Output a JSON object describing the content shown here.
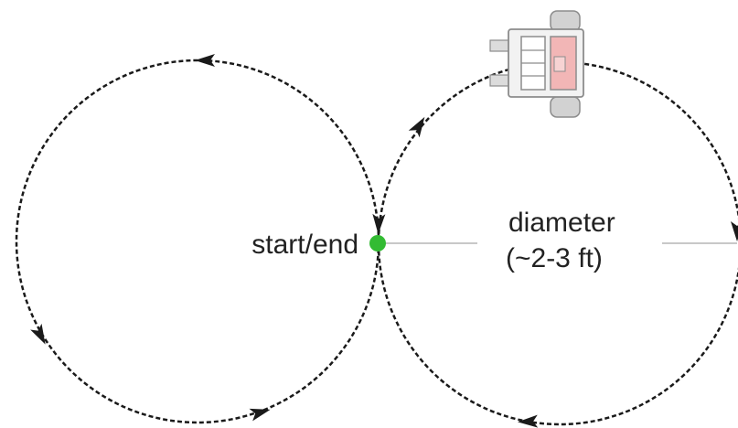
{
  "diagram": {
    "start_label": "start/end",
    "diameter_label_line1": "diameter",
    "diameter_label_line2": "(~2-3 ft)",
    "robot_icon": "robot-icon",
    "arrow_icon": "arrowhead-icon",
    "colors": {
      "path": "#1a1a1a",
      "start_point": "#33bb33",
      "diameter_line": "#c8c8c8",
      "robot_body": "#f2f2f2",
      "robot_outline": "#8c8c8c",
      "robot_accent": "#f2b6b6",
      "robot_wheels": "#d2d2d2"
    }
  }
}
